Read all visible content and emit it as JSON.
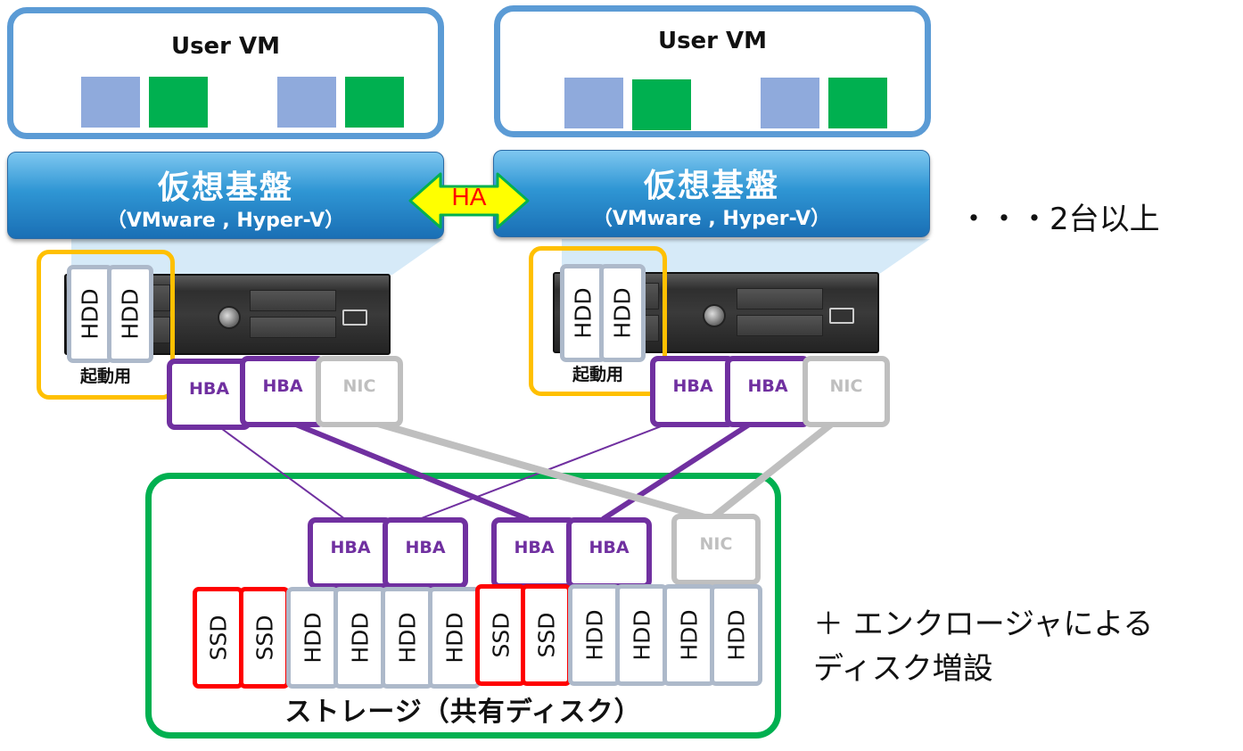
{
  "hosts": [
    {
      "vm_title": "User VM",
      "hypervisor_title": "仮想基盤",
      "hypervisor_sub": "（VMware , Hyper-V）",
      "boot_disks": [
        "HDD",
        "HDD"
      ],
      "boot_label": "起動用",
      "ports": [
        "HBA",
        "HBA",
        "NIC"
      ]
    },
    {
      "vm_title": "User VM",
      "hypervisor_title": "仮想基盤",
      "hypervisor_sub": "（VMware , Hyper-V）",
      "boot_disks": [
        "HDD",
        "HDD"
      ],
      "boot_label": "起動用",
      "ports": [
        "HBA",
        "HBA",
        "NIC"
      ]
    }
  ],
  "ha_label": "HA",
  "host_count_note": "・・・2台以上",
  "storage": {
    "label": "ストレージ（共有ディスク）",
    "ports": [
      "HBA",
      "HBA",
      "HBA",
      "HBA",
      "NIC"
    ],
    "disks": [
      "SSD",
      "SSD",
      "HDD",
      "HDD",
      "HDD",
      "HDD",
      "SSD",
      "SSD",
      "HDD",
      "HDD",
      "HDD",
      "HDD"
    ]
  },
  "enclosure_note_line1": "＋ エンクロージャによる",
  "enclosure_note_line2": "ディスク増設",
  "colors": {
    "vm_border": "#5b9bd5",
    "vm_block_blue": "#8faadc",
    "vm_block_green": "#00b050",
    "hba": "#7030a0",
    "nic": "#bfbfbf",
    "boot_border": "#ffc000",
    "storage_border": "#00b050",
    "ssd_border": "#ff0000",
    "hdd_border": "#adb9ca",
    "ha_arrow_fill": "#ffff00",
    "ha_text": "#ff0000"
  }
}
